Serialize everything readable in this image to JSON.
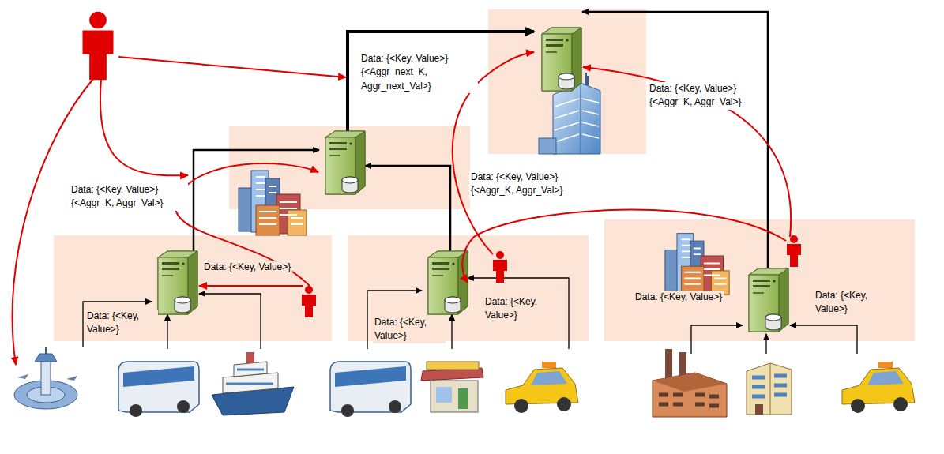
{
  "diagram": {
    "labels": [
      "Data: {<Key, Value>} {<Aggr_next_K, Aggr_next_Val>}",
      "Data: {<Key, Value>} {<Aggr_K, Aggr_Val>}",
      "Data: {<Key, Value>} {<Aggr_K, Aggr_Val>}",
      "Data: {<Key, Value>}",
      "Data: {<Key, Value>}",
      "Data: {<Key, Value>} {<Aggr_K, Aggr_Val>}",
      "Data: {<Key, Value>}",
      "Data: {<Key, Value>}",
      "Data: {<Key, Value>}",
      "Data: {<Key, Value>}"
    ]
  }
}
